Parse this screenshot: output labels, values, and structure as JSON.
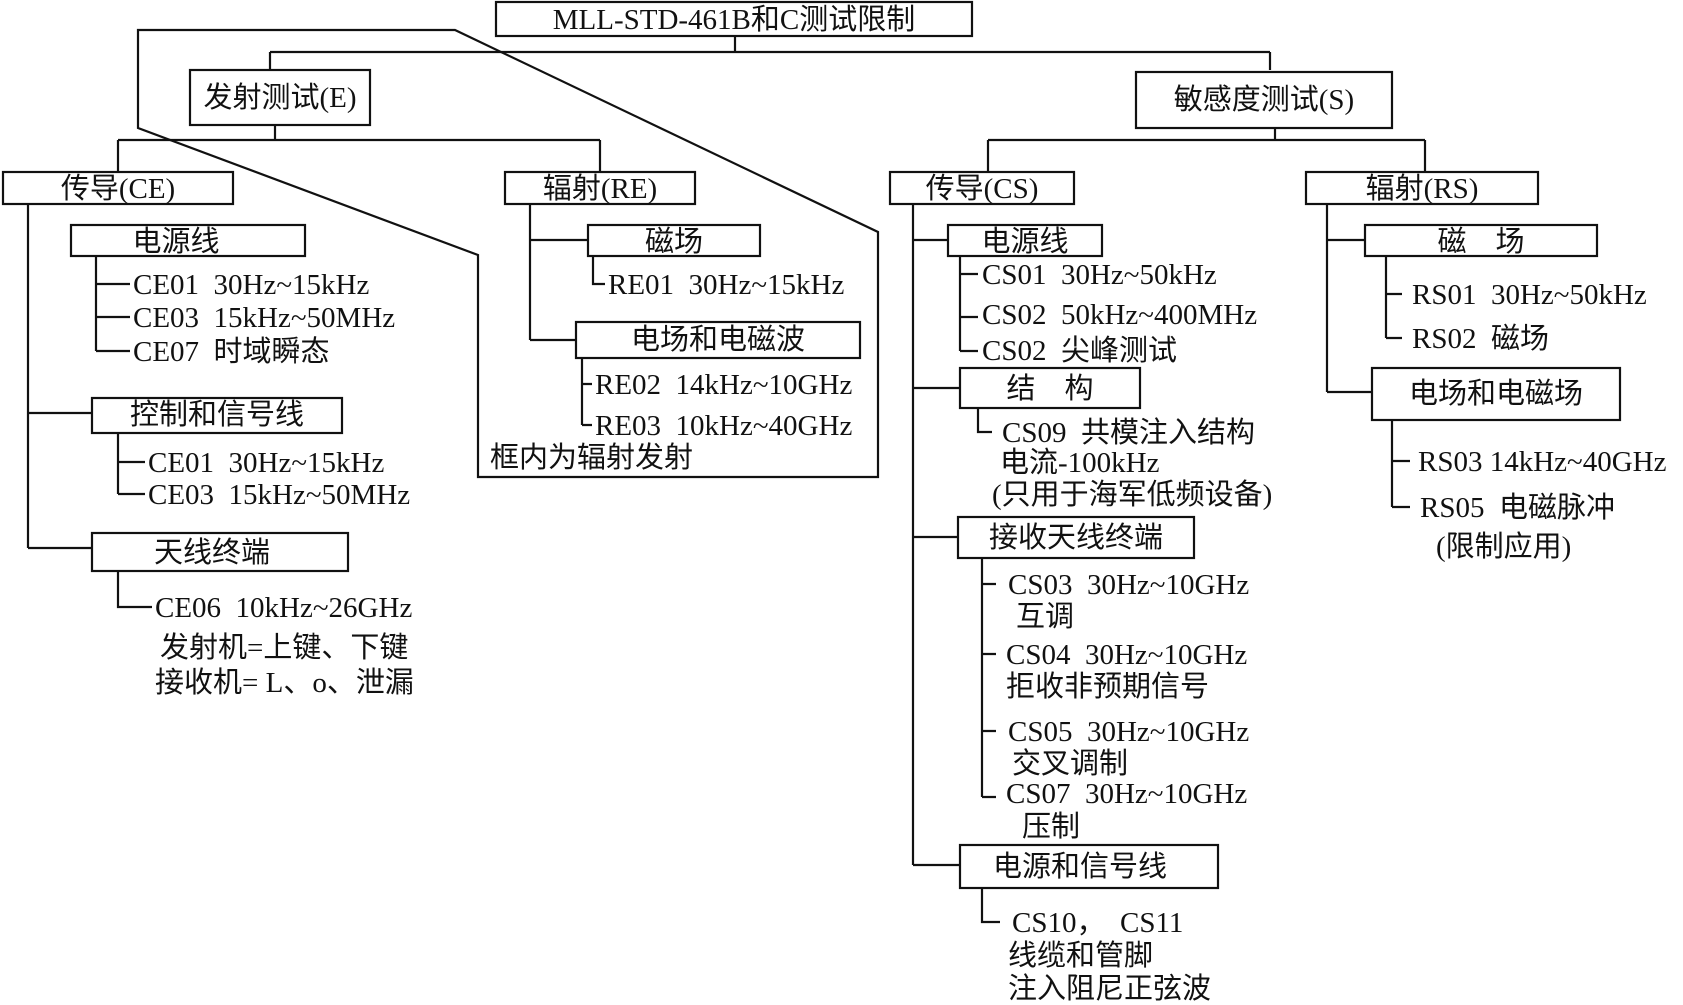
{
  "title": "MLL-STD-461B和C测试限制",
  "emission": {
    "label": "发射测试(E)",
    "ce": {
      "label": "传导(CE)",
      "power": {
        "label": "电源线",
        "items": [
          "CE01  30Hz~15kHz",
          "CE03  15kHz~50MHz",
          "CE07  时域瞬态"
        ]
      },
      "control": {
        "label": "控制和信号线",
        "items": [
          "CE01  30Hz~15kHz",
          "CE03  15kHz~50MHz"
        ]
      },
      "antenna": {
        "label": "天线终端",
        "item": "CE06  10kHz~26GHz",
        "notes": [
          "发射机=上键、下键",
          "接收机= L、o、泄漏"
        ]
      }
    },
    "re": {
      "label": "辐射(RE)",
      "magnetic": {
        "label": "磁场",
        "item": "RE01  30Hz~15kHz"
      },
      "efield": {
        "label": "电场和电磁波",
        "items": [
          "RE02  14kHz~10GHz",
          "RE03  10kHz~40GHz"
        ]
      }
    },
    "frame_note": "框内为辐射发射"
  },
  "susceptibility": {
    "label": "敏感度测试(S)",
    "cs": {
      "label": "传导(CS)",
      "power": {
        "label": "电源线",
        "items": [
          "CS01  30Hz~50kHz",
          "CS02  50kHz~400MHz",
          "CS02  尖峰测试"
        ]
      },
      "structure": {
        "label": "结    构",
        "item": "CS09  共模注入结构",
        "notes": [
          "电流-100kHz",
          "(只用于海军低频设备)"
        ]
      },
      "antenna": {
        "label": "接收天线终端",
        "items": [
          {
            "code": "CS03  30Hz~10GHz",
            "desc": "互调"
          },
          {
            "code": "CS04  30Hz~10GHz",
            "desc": "拒收非预期信号"
          },
          {
            "code": "CS05  30Hz~10GHz",
            "desc": "交叉调制"
          },
          {
            "code": "CS07  30Hz~10GHz",
            "desc": "压制"
          }
        ]
      },
      "power_signal": {
        "label": "电源和信号线",
        "item": "CS10，  CS11",
        "notes": [
          "线缆和管脚",
          "注入阻尼正弦波"
        ]
      }
    },
    "rs": {
      "label": "辐射(RS)",
      "magnetic": {
        "label": "磁    场",
        "items": [
          "RS01  30Hz~50kHz",
          "RS02  磁场"
        ]
      },
      "efield": {
        "label": "电场和电磁场",
        "items": [
          "RS03 14kHz~40GHz",
          "RS05  电磁脉冲"
        ],
        "note": "(限制应用)"
      }
    }
  }
}
